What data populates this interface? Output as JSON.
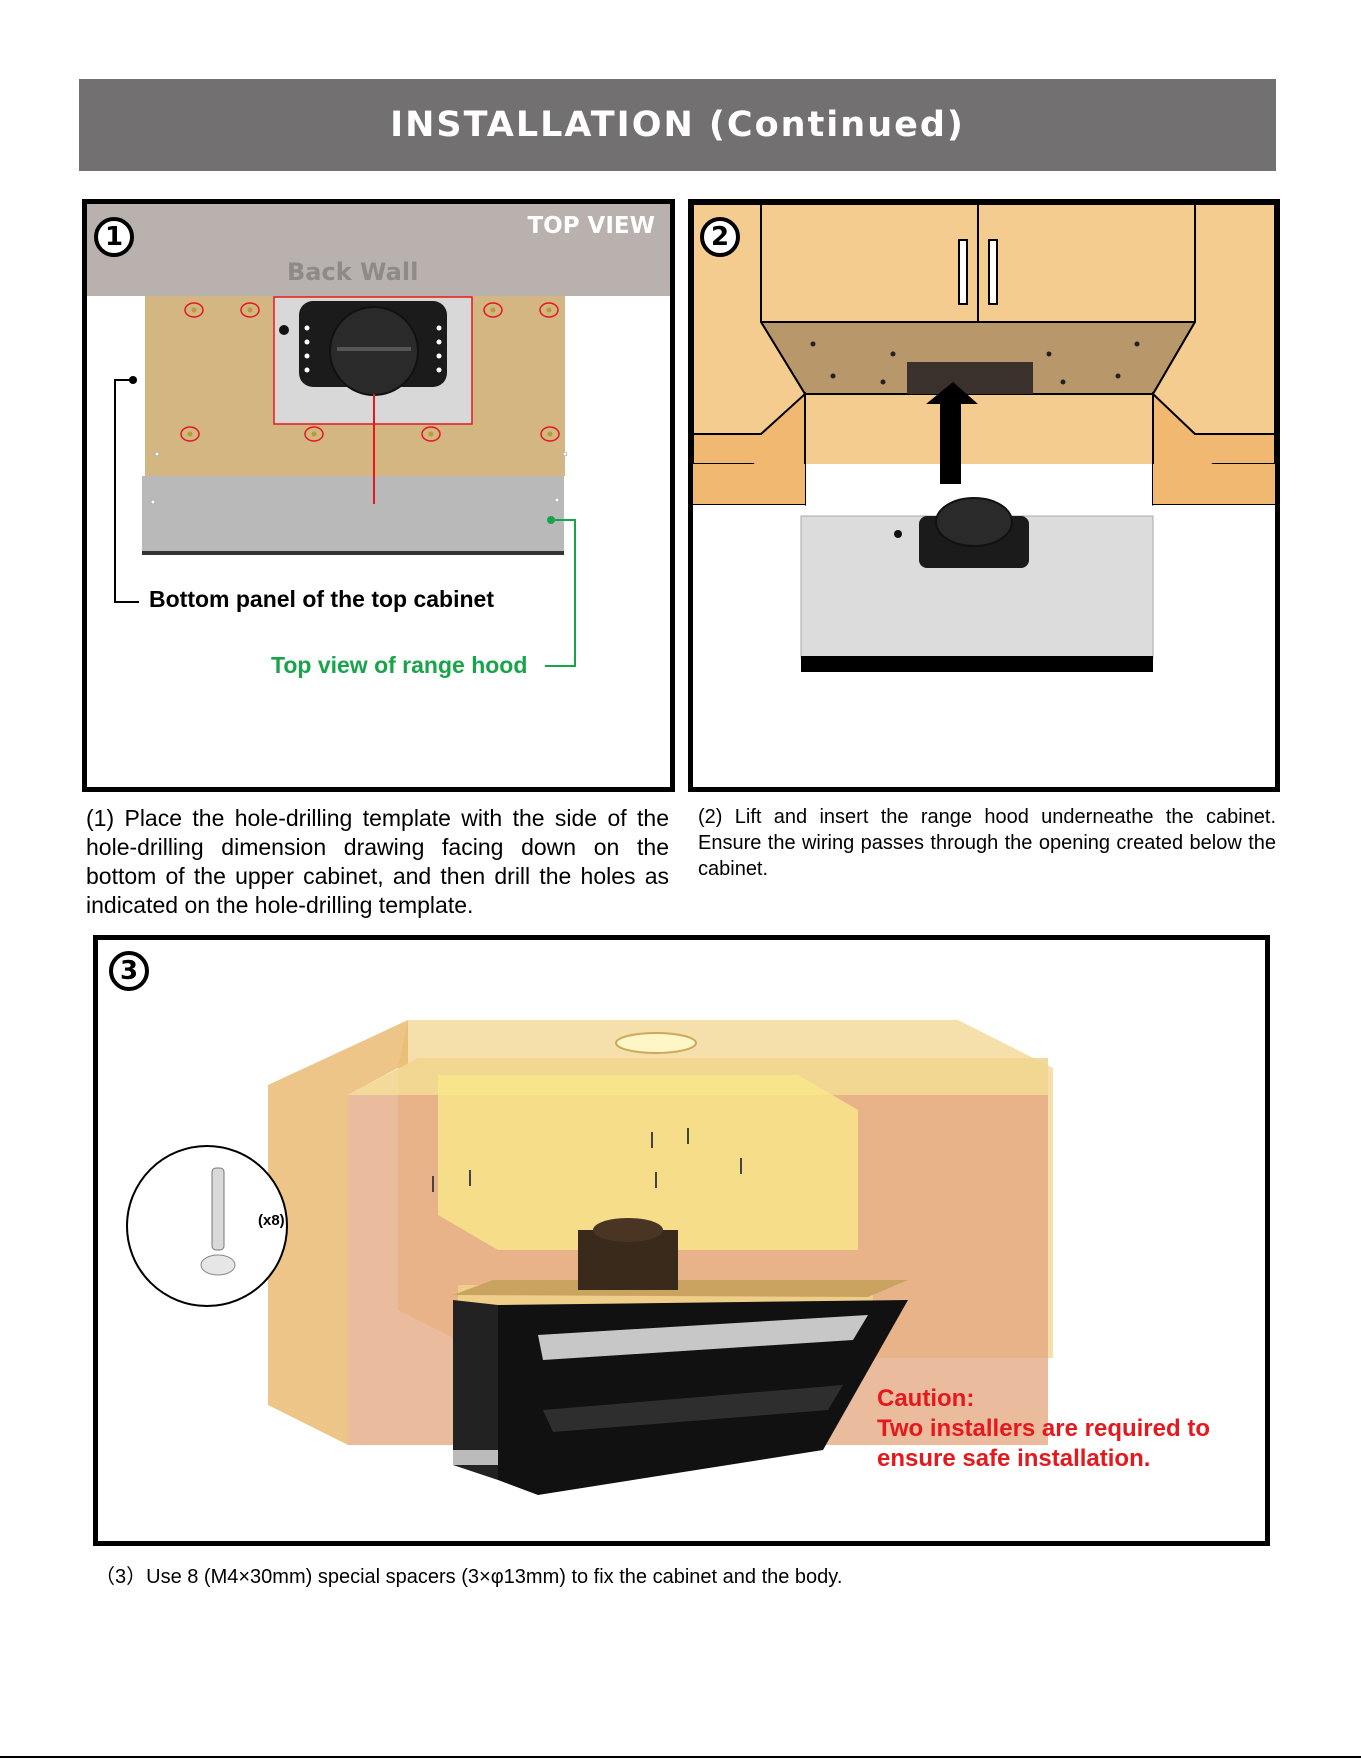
{
  "header": {
    "title": "INSTALLATION (Continued)"
  },
  "step1": {
    "number": "1",
    "top_view_label": "TOP VIEW",
    "back_wall_label": "Back Wall",
    "bottom_panel_label": "Bottom panel of the top cabinet",
    "range_hood_label": "Top view of range hood",
    "caption": "(1) Place the hole-drilling template with the side of the hole-drilling dimension drawing facing down on the bottom of the upper cabinet, and then drill the holes as indicated on the hole-drilling template."
  },
  "step2": {
    "number": "2",
    "caption": "(2) Lift and insert the range hood underneathe the cabinet. Ensure the wiring passes through the opening created below the cabinet."
  },
  "step3": {
    "number": "3",
    "quantity_label": "(x8)",
    "caution_title": "Caution:",
    "caution_line1": "Two installers are required to",
    "caution_line2": "ensure safe installation.",
    "caption": "（3）Use 8 (M4×30mm) special spacers (3×φ13mm) to fix the cabinet and the body."
  },
  "colors": {
    "header_bg": "#727070",
    "caution_red": "#e5191d",
    "label_green": "#18a448",
    "cabinet_tan": "#f5cc8f",
    "wall_gray": "#b8b1ad"
  }
}
